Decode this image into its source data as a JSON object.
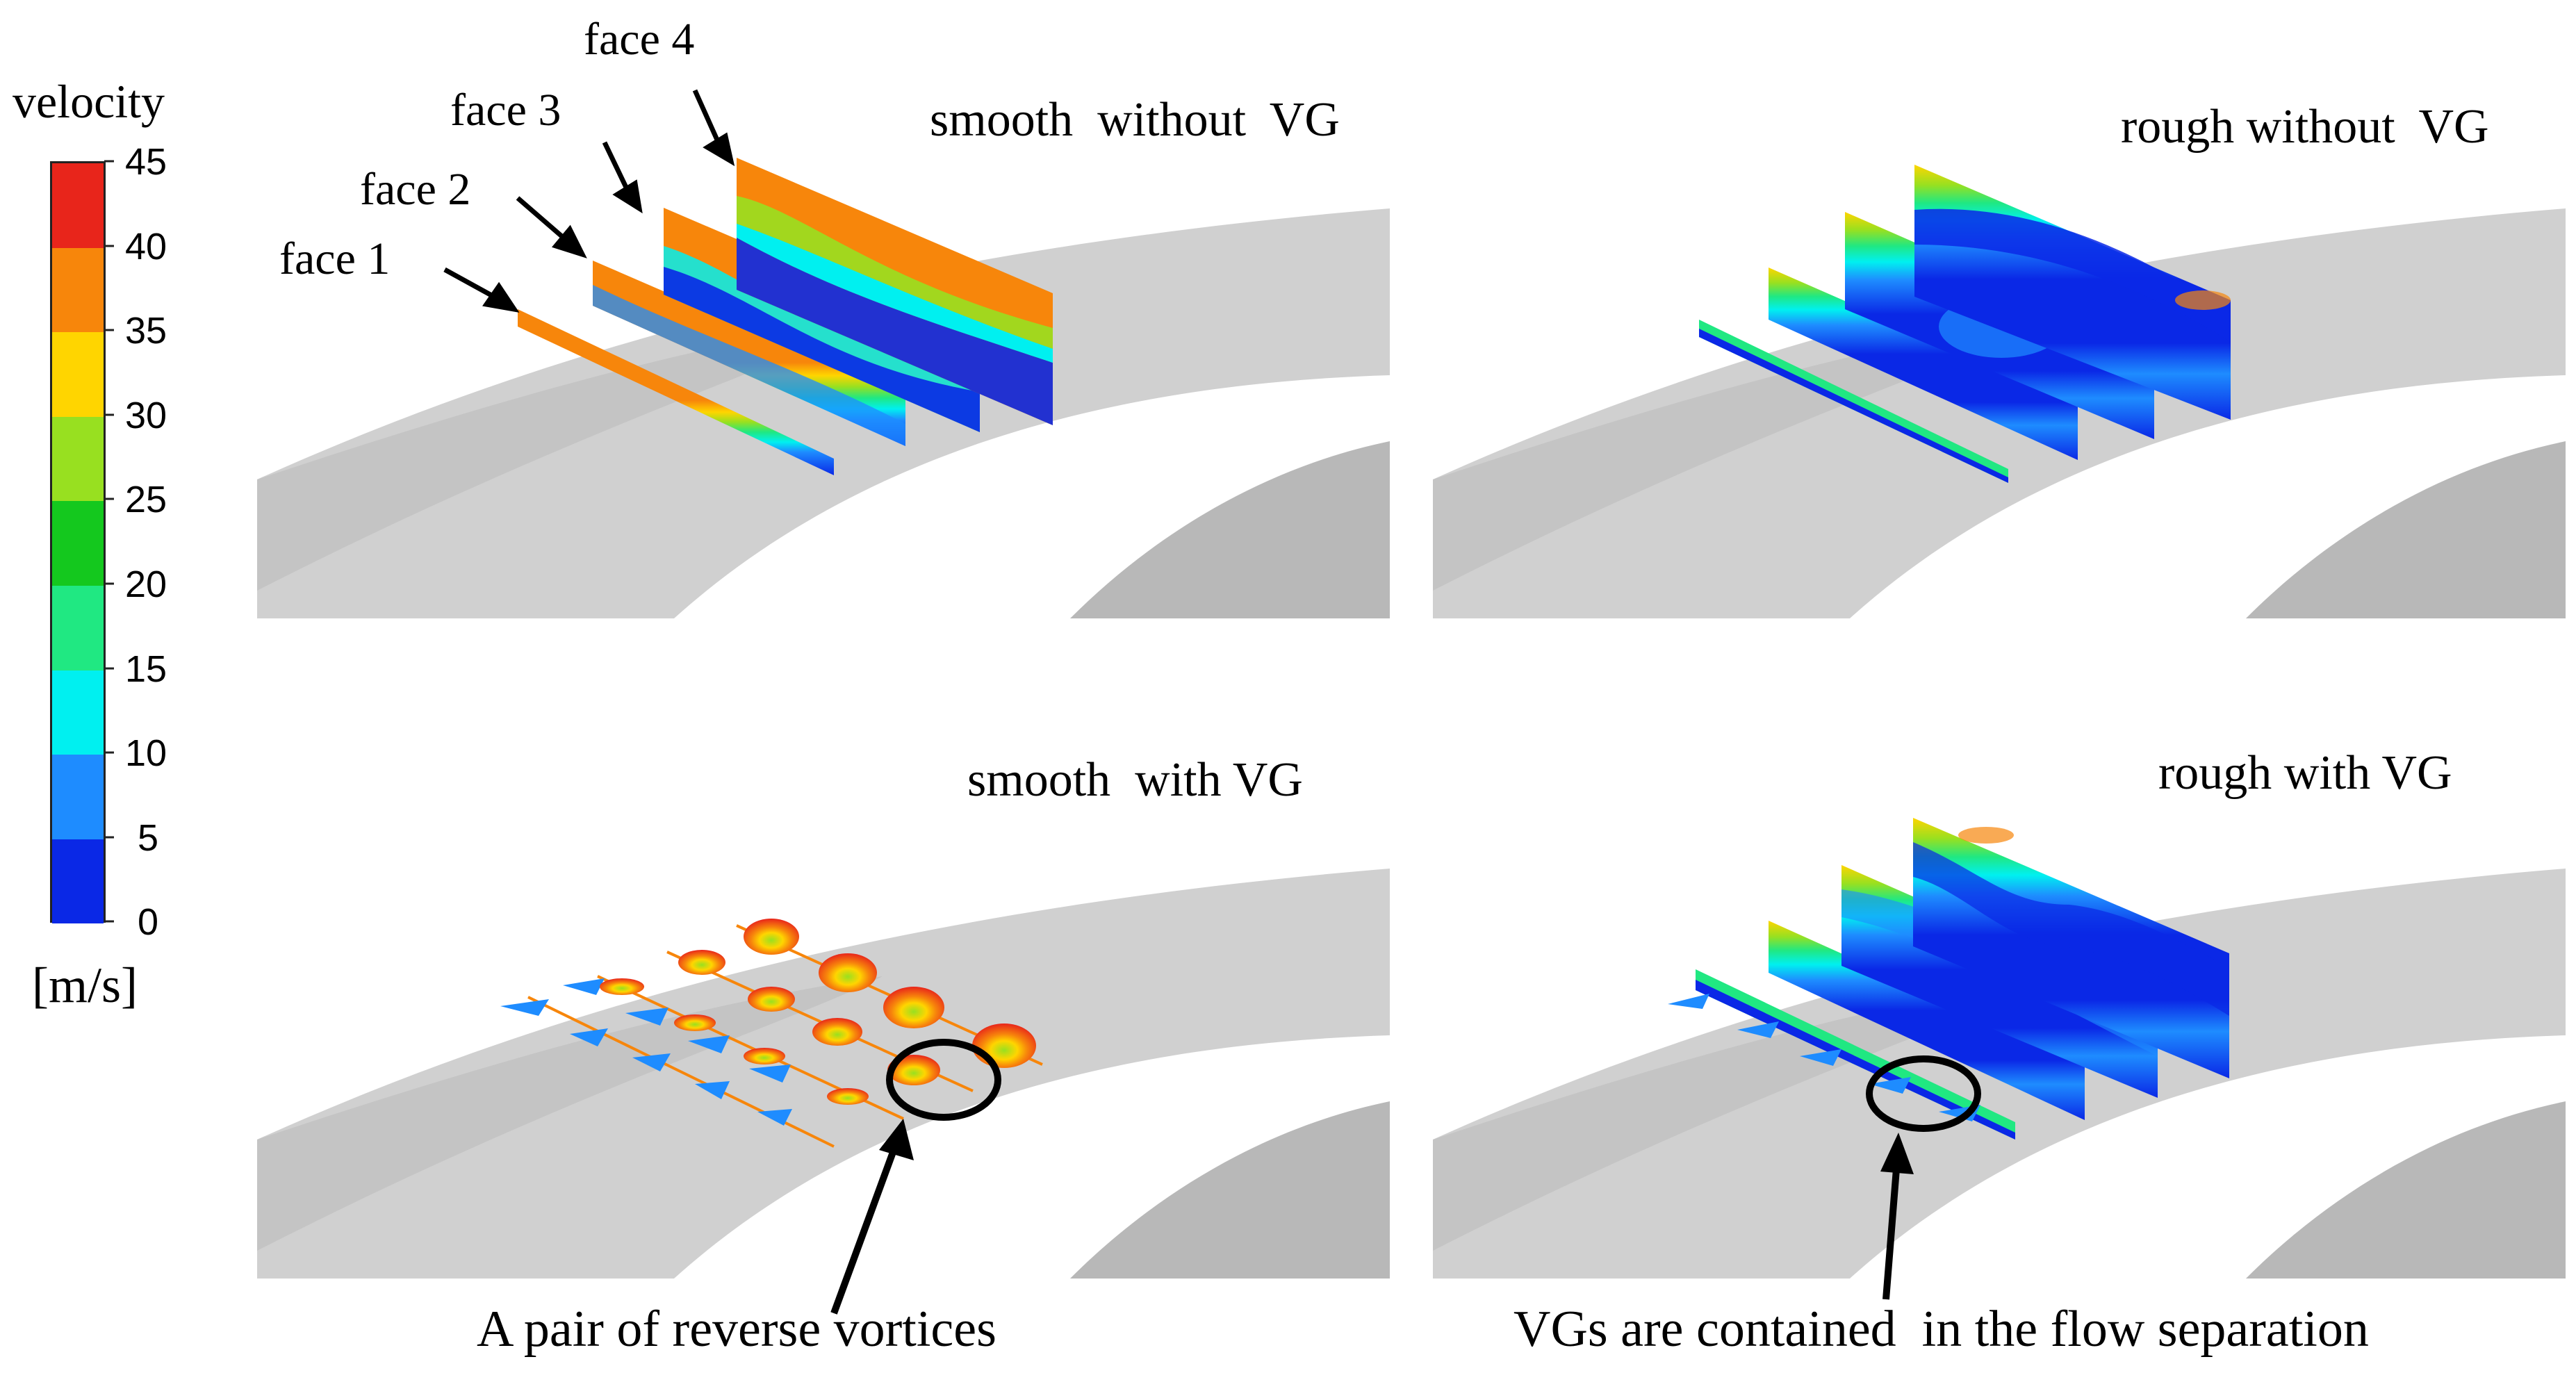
{
  "colorbar": {
    "title": "velocity",
    "unit": "[m/s]",
    "ticks": [
      "45",
      "40",
      "35",
      "30",
      "25",
      "20",
      "15",
      "10",
      "5",
      "0"
    ],
    "colors": [
      "#e8251b",
      "#f7860b",
      "#ffd500",
      "#98e020",
      "#14c81e",
      "#20e882",
      "#00f0f0",
      "#1e8cff",
      "#0a28e6"
    ]
  },
  "face_labels": [
    "face 1",
    "face 2",
    "face 3",
    "face 4"
  ],
  "panels": [
    {
      "title": "smooth  without  VG"
    },
    {
      "title": "rough without  VG"
    },
    {
      "title": "smooth  with VG"
    },
    {
      "title": "rough with VG"
    }
  ],
  "captions": [
    "A pair of reverse vortices",
    "VGs are contained  in the flow separation"
  ],
  "colors": {
    "surface": "#d0d0d0",
    "shadow": "#b4b4b4",
    "background": "#ffffff"
  }
}
